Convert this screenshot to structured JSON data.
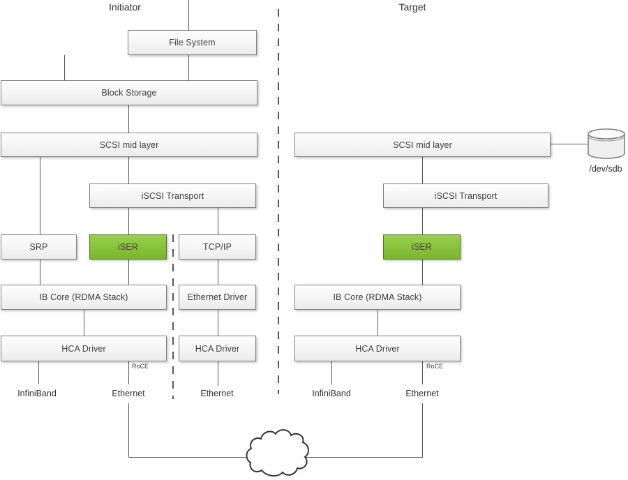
{
  "diagram": {
    "titles": {
      "initiator": "Initiator",
      "target": "Target"
    },
    "boxes": {
      "file_system": "File System",
      "block_storage": "Block Storage",
      "scsi_initiator": "SCSI mid layer",
      "iscsi_initiator": "iSCSI Transport",
      "srp": "SRP",
      "iser_initiator": "iSER",
      "tcpip": "TCP/IP",
      "ib_core_initiator": "IB Core (RDMA Stack)",
      "ethernet_driver": "Ethernet Driver",
      "hca_initiator": "HCA Driver",
      "hca_tcp": "HCA Driver",
      "scsi_target": "SCSI mid layer",
      "iscsi_target": "iSCSI Transport",
      "iser_target": "iSER",
      "ib_core_target": "IB Core (RDMA Stack)",
      "hca_target": "HCA Driver"
    },
    "labels": {
      "roce_initiator": "RoCE",
      "roce_target": "RoCE",
      "infiniband_initiator": "InfiniBand",
      "ethernet_initiator": "Ethernet",
      "ethernet_tcp": "Ethernet",
      "infiniband_target": "InfiniBand",
      "ethernet_target": "Ethernet",
      "dev_sdb": "/dev/sdb"
    },
    "colors": {
      "highlight_green_top": "#98cf4d",
      "highlight_green_bottom": "#7ab62e",
      "highlight_border": "#4f7521",
      "box_border": "#7f7f7f",
      "line": "#595959",
      "text": "#3d3d3d"
    }
  }
}
